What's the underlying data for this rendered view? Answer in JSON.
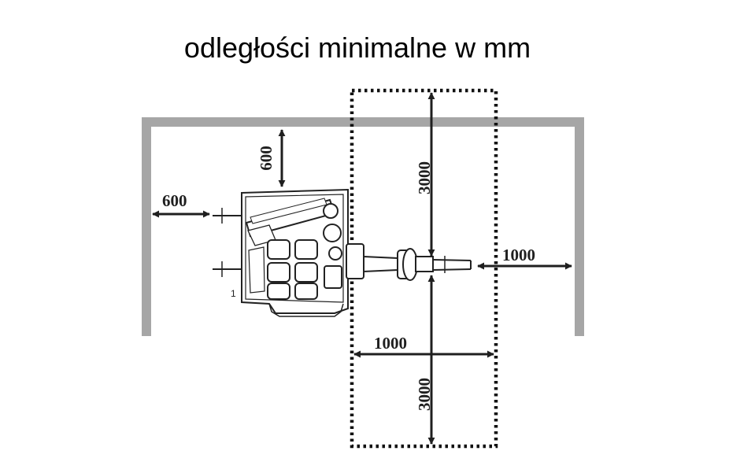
{
  "title": "odległości minimalne w mm",
  "dimensions": {
    "top_clearance": "600",
    "left_clearance": "600",
    "right_clearance": "1000",
    "upper_zone": "3000",
    "lower_zone": "3000",
    "zone_width": "1000"
  },
  "machine": {
    "label": "1"
  },
  "colors": {
    "wall": "#a6a6a6",
    "line": "#222222",
    "background": "#ffffff"
  }
}
